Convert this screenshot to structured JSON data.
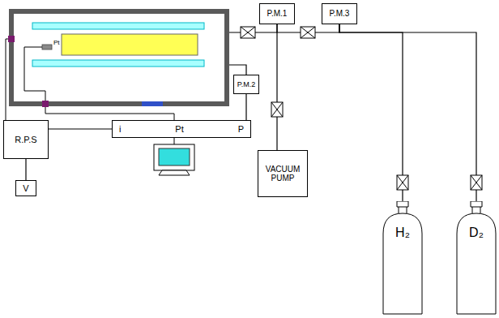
{
  "diagram": {
    "nodes": [
      {
        "text": [
          "P.M.1"
        ]
      },
      {
        "text": [
          "P.M.3"
        ]
      },
      {
        "text": [
          "P.M.2"
        ]
      },
      {
        "text": [
          "R.P.S"
        ]
      },
      {
        "text": [
          "i",
          "Pt",
          "P"
        ]
      },
      {
        "text": [
          "VACUUM PUMP"
        ]
      },
      {
        "text": [
          "H₂"
        ]
      },
      {
        "text": [
          "D₂"
        ]
      },
      {
        "text": [
          "V"
        ]
      }
    ],
    "edges": [
      {
        "from": 3,
        "to": 8,
        "arrow": "none"
      },
      {
        "from": 3,
        "to": 4,
        "arrow": "none"
      },
      {
        "from": 2,
        "to": 4,
        "arrow": "none"
      },
      {
        "from": 0,
        "to": 5,
        "arrow": "none"
      },
      {
        "from": 0,
        "to": 1,
        "arrow": "none"
      },
      {
        "from": 1,
        "to": 6,
        "arrow": "none"
      },
      {
        "from": 1,
        "to": 7,
        "arrow": "none"
      }
    ],
    "labels": [
      "Pt"
    ]
  }
}
